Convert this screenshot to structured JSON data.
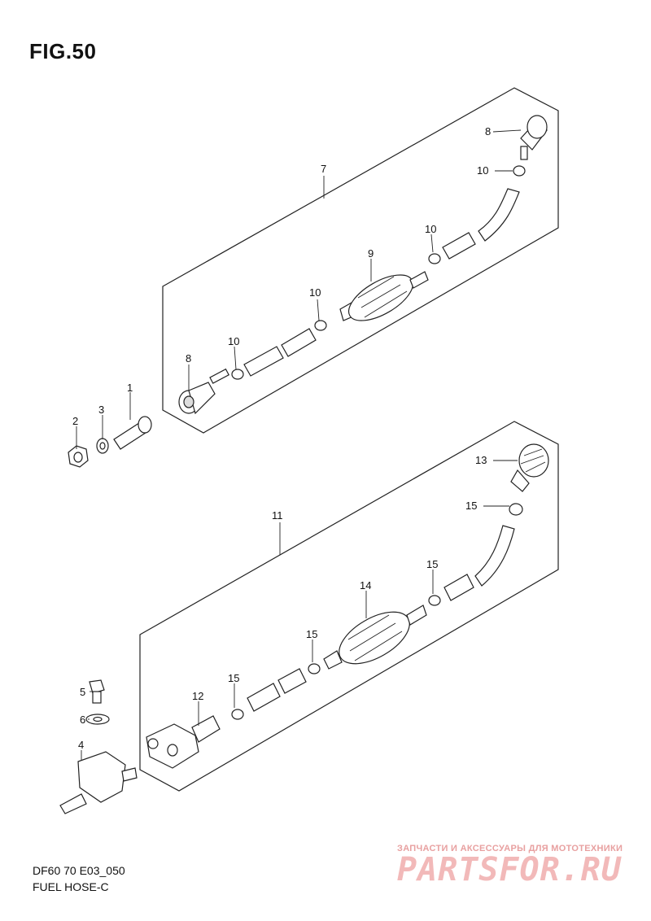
{
  "header": {
    "figure": "FIG.50"
  },
  "footer": {
    "code": "DF60 70 E03_050",
    "subtitle": "FUEL HOSE-C"
  },
  "watermark": {
    "tagline": "ЗАПЧАСТИ И АКСЕССУАРЫ ДЛЯ МОТОТЕХНИКИ",
    "logo": "PARTSFOR.RU"
  },
  "callouts": {
    "c1": "1",
    "c2": "2",
    "c3": "3",
    "c4": "4",
    "c5": "5",
    "c6": "6",
    "c7": "7",
    "c8a": "8",
    "c8b": "8",
    "c9": "9",
    "c10a": "10",
    "c10b": "10",
    "c10c": "10",
    "c10d": "10",
    "c11": "11",
    "c12": "12",
    "c13": "13",
    "c14": "14",
    "c15a": "15",
    "c15b": "15",
    "c15c": "15",
    "c15d": "15"
  }
}
